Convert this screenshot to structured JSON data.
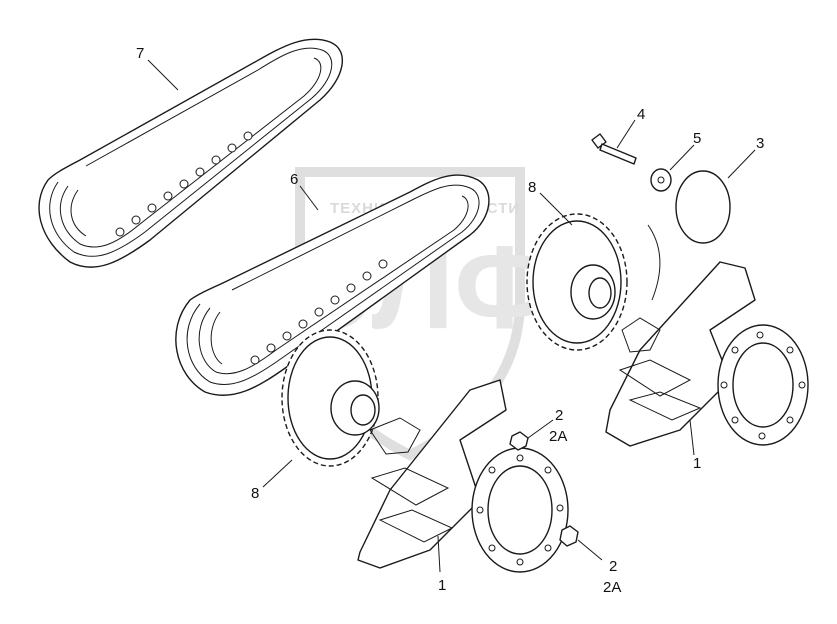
{
  "watermark": {
    "line1": "ТЕХНИКА",
    "line2": "ЗАПЧАСТИ",
    "logo": "ЭЛФ"
  },
  "callouts": {
    "chain_upper": "7",
    "chain_lower": "6",
    "sprocket_upper": "8",
    "sprocket_lower": "8",
    "bolt": "4",
    "washer": "5",
    "cover": "3",
    "nut_upper": "2",
    "nut_upper_alt": "2A",
    "nut_lower": "2",
    "nut_lower_alt": "2A",
    "hub_right": "1",
    "hub_left": "1"
  }
}
